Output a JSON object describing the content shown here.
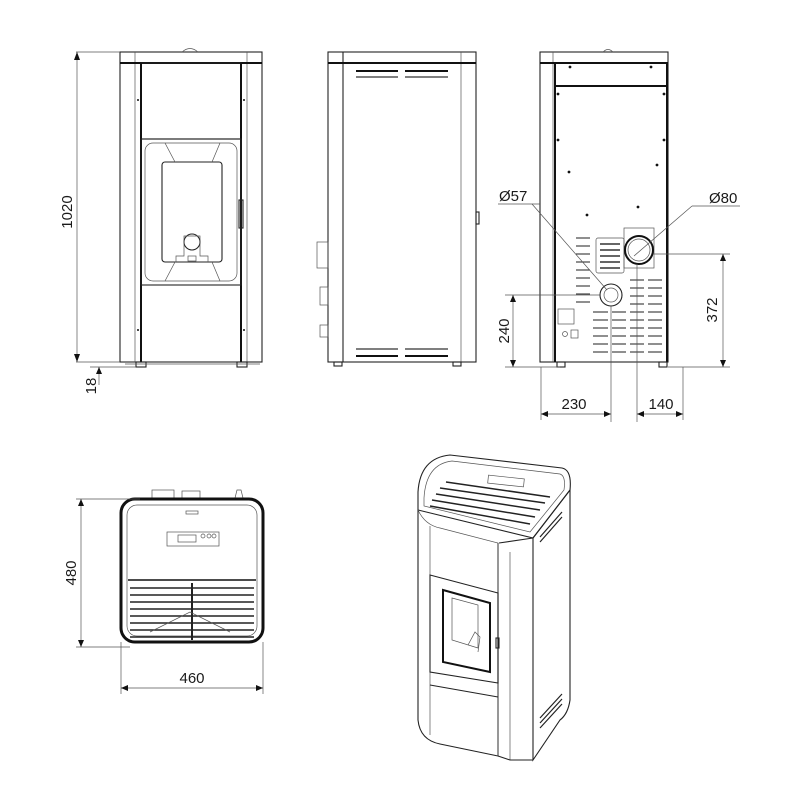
{
  "drawing": {
    "subject": "Pellet stove dimensional drawing",
    "units": "mm",
    "views": {
      "front": {
        "label": "front-view",
        "dimensions": {
          "height": "1020",
          "foot_height": "18"
        }
      },
      "side": {
        "label": "side-view"
      },
      "rear": {
        "label": "rear-view",
        "dimensions": {
          "air_inlet_diameter": "Ø57",
          "flue_outlet_diameter": "Ø80",
          "air_inlet_height": "240",
          "flue_outlet_height": "372",
          "air_inlet_offset": "230",
          "flue_outlet_offset": "140"
        }
      },
      "top": {
        "label": "top-view",
        "dimensions": {
          "depth": "480",
          "width": "460"
        }
      },
      "isometric": {
        "label": "isometric-view"
      }
    }
  }
}
